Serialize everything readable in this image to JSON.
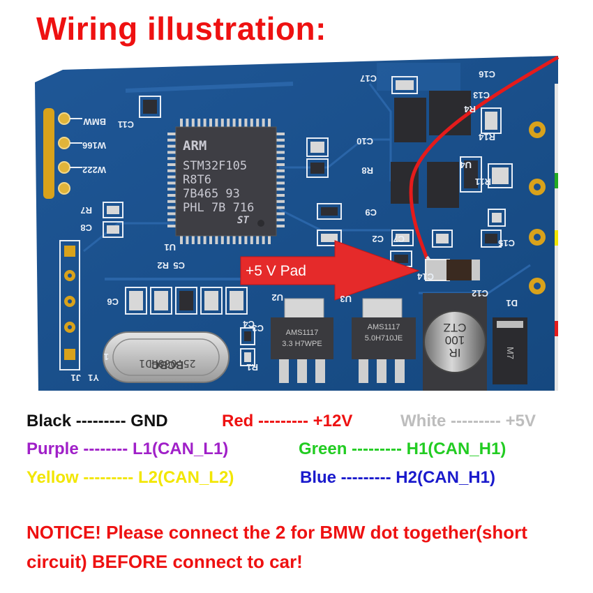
{
  "title": "Wiring illustration:",
  "board": {
    "pad_label": "+5 V Pad",
    "mcu_lines": [
      "ARM",
      "STM32F105",
      "R8T6",
      "7B465 93",
      "PHL 7B 716"
    ],
    "mcu_logo": "ST",
    "reg1_lines": [
      "AMS1117",
      "3.3 H7WPE"
    ],
    "reg2_lines": [
      "AMS1117",
      "5.0H710JE"
    ],
    "cap_lines": [
      "IR",
      "100",
      "CTZ"
    ],
    "crystal_lines": [
      "25.000HD1",
      "BCBC"
    ],
    "diode_text": "M7",
    "silkscreen": {
      "bmw": "BMW",
      "w166": "W166",
      "w222": "W222",
      "c11": "C11",
      "r7": "R7",
      "c8": "C8",
      "u1": "U1",
      "c5": "C5",
      "r2": "R2",
      "c6": "C6",
      "c3": "C3",
      "c4": "C4",
      "r1": "R1",
      "y1": "Y1",
      "j1": "J1",
      "u2": "U2",
      "u3": "U3",
      "c2": "C2",
      "c14": "C14",
      "c12": "C12",
      "c15": "C15",
      "d1": "D1",
      "c10": "C10",
      "r8": "R8",
      "c9": "C9",
      "c7": "C7",
      "c17": "C17",
      "c16": "C16",
      "c13": "C13",
      "r4": "R4",
      "r14": "R14",
      "r11": "R11",
      "u4": "U4",
      "one": "1"
    }
  },
  "legend": {
    "row1": [
      {
        "text": "Black  --------- GND",
        "color": "#111111"
      },
      {
        "text": "Red --------- +12V",
        "color": "#ee1111"
      },
      {
        "text": "White  --------- +5V",
        "color": "#bdbdbd"
      }
    ],
    "row2": [
      {
        "text": "Purple  -------- L1(CAN_L1)",
        "color": "#a020c8"
      },
      {
        "text": "Green --------- H1(CAN_H1)",
        "color": "#22cc22"
      }
    ],
    "row3": [
      {
        "text": "Yellow --------- L2(CAN_L2)",
        "color": "#f2e600"
      },
      {
        "text": "Blue --------- H2(CAN_H1)",
        "color": "#1a1acc"
      }
    ]
  },
  "notice": "NOTICE! Please connect the 2 for BMW dot together(short circuit) BEFORE connect to car!",
  "colors": {
    "title": "#ee1111",
    "pcb": "#1a4f8f",
    "pcb_trace": "#2a65a8",
    "wire": "#e51b1b",
    "arrow": "#e52a2a"
  }
}
